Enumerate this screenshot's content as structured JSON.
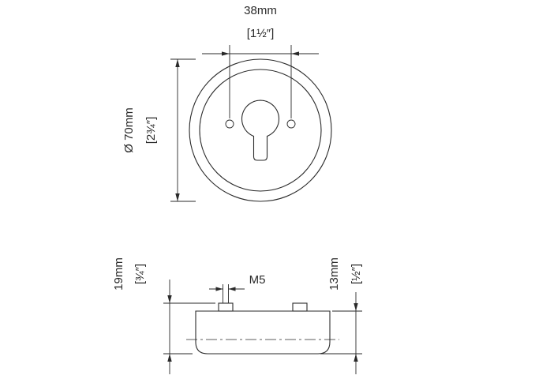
{
  "drawing_type": "escutcheon-rose-technical-drawing",
  "colors": {
    "line": "#2a2a2a",
    "background": "#ffffff"
  },
  "views": {
    "top_view": {
      "dimensions": {
        "hole_spacing": {
          "metric": "38mm",
          "imperial": "[1½″]"
        },
        "diameter": {
          "metric": "Ø 70mm",
          "imperial": "[2¾″]"
        }
      }
    },
    "side_view": {
      "dimensions": {
        "thread": "M5",
        "total_height": {
          "metric": "19mm",
          "imperial": "[¾″]"
        },
        "body_height": {
          "metric": "13mm",
          "imperial": "[½″]"
        }
      }
    }
  }
}
